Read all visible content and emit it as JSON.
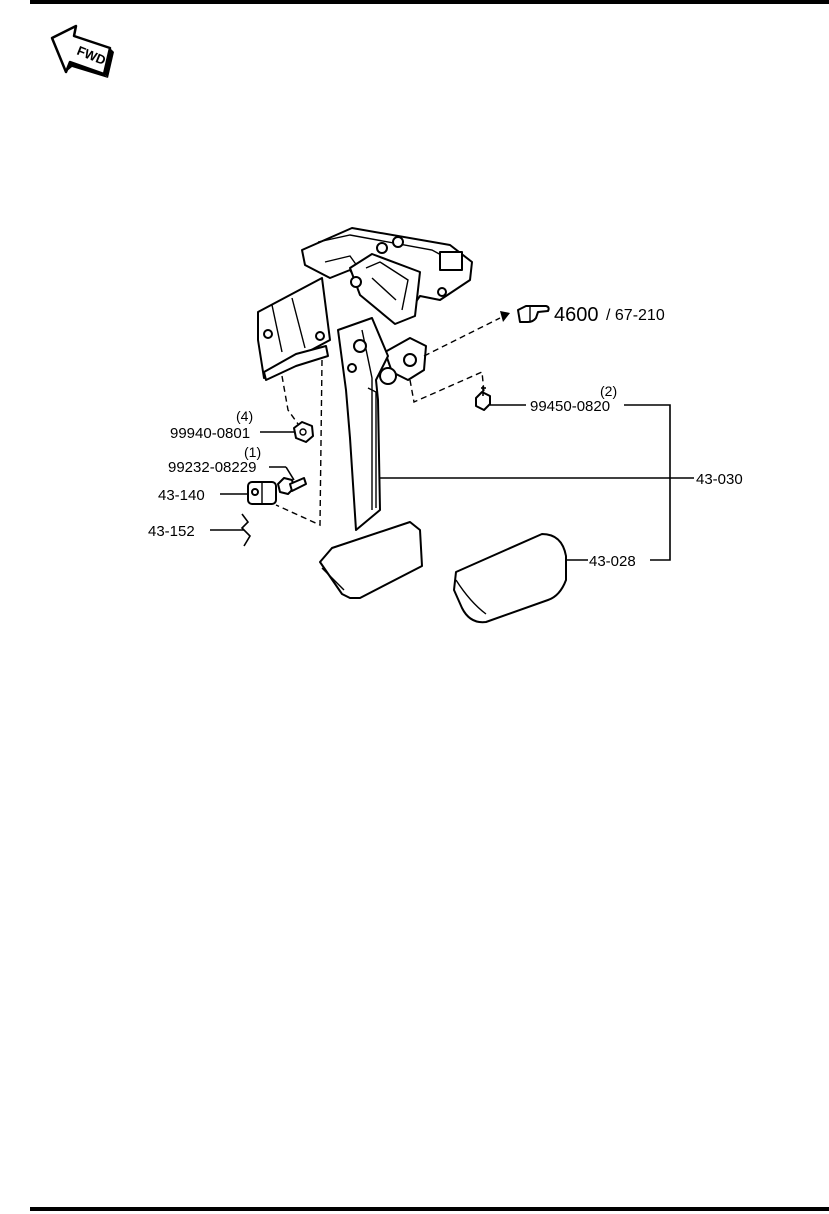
{
  "fwd_label": "FWD",
  "reference": {
    "main": "4600",
    "sub": "/ 67-210"
  },
  "parts": {
    "nut": {
      "number": "99940-0801",
      "qty": "(4)"
    },
    "bolt": {
      "number": "99232-08229",
      "qty": "(1)"
    },
    "clevis": {
      "number": "43-140"
    },
    "clip": {
      "number": "43-152"
    },
    "mount_bolt": {
      "number": "99450-0820",
      "qty": "(2)"
    },
    "pedal": {
      "number": "43-030"
    },
    "pad": {
      "number": "43-028"
    }
  }
}
